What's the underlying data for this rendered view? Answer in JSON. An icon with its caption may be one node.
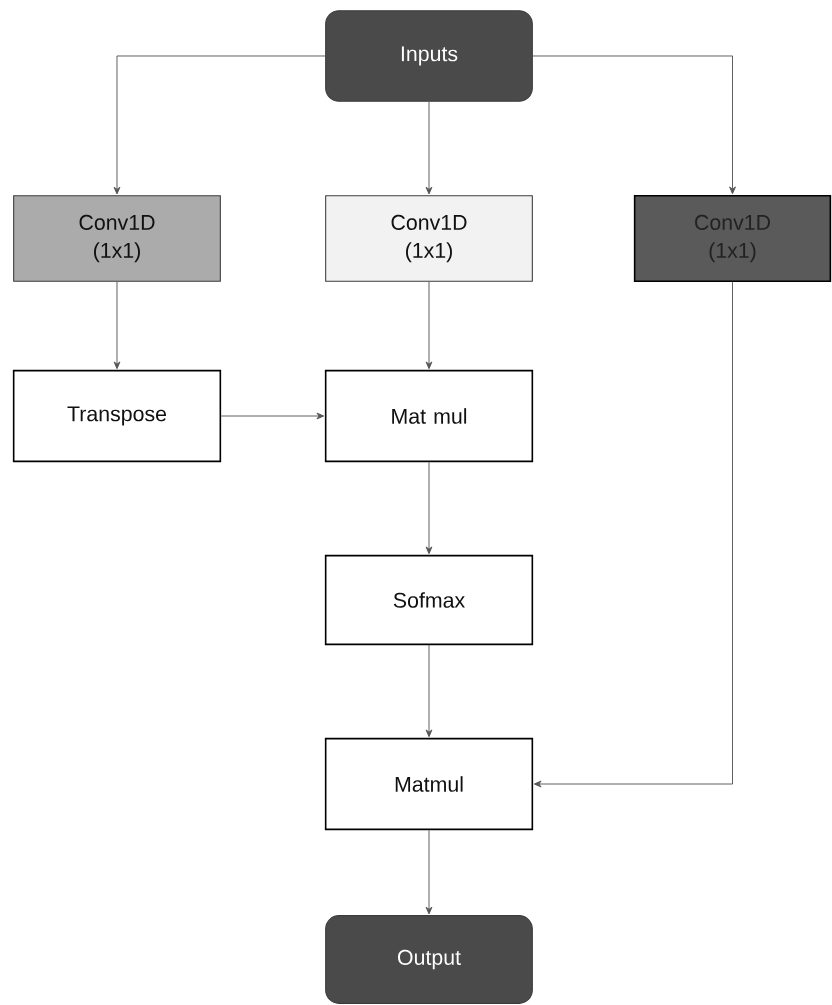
{
  "diagram": {
    "nodes": [
      {
        "text": [
          "Inputs"
        ]
      },
      {
        "text": [
          "Conv1D (1x1)"
        ]
      },
      {
        "text": [
          "Conv1D (1x1)"
        ]
      },
      {
        "text": [
          "Conv1D (1x1)"
        ]
      },
      {
        "text": [
          "Transpose"
        ]
      },
      {
        "text": [
          "Mat mul"
        ]
      },
      {
        "text": [
          "Sofmax"
        ]
      },
      {
        "text": [
          "Matmul"
        ]
      },
      {
        "text": [
          "Output"
        ]
      }
    ],
    "edges": [
      {
        "from": 0,
        "to": 1,
        "arrow": "to"
      },
      {
        "from": 0,
        "to": 2,
        "arrow": "to"
      },
      {
        "from": 0,
        "to": 3,
        "arrow": "to"
      },
      {
        "from": 1,
        "to": 4,
        "arrow": "to"
      },
      {
        "from": 2,
        "to": 5,
        "arrow": "to"
      },
      {
        "from": 4,
        "to": 5,
        "arrow": "to"
      },
      {
        "from": 5,
        "to": 6,
        "arrow": "to"
      },
      {
        "from": 6,
        "to": 7,
        "arrow": "to"
      },
      {
        "from": 3,
        "to": 7,
        "arrow": "to"
      },
      {
        "from": 7,
        "to": 8,
        "arrow": "to"
      }
    ]
  }
}
